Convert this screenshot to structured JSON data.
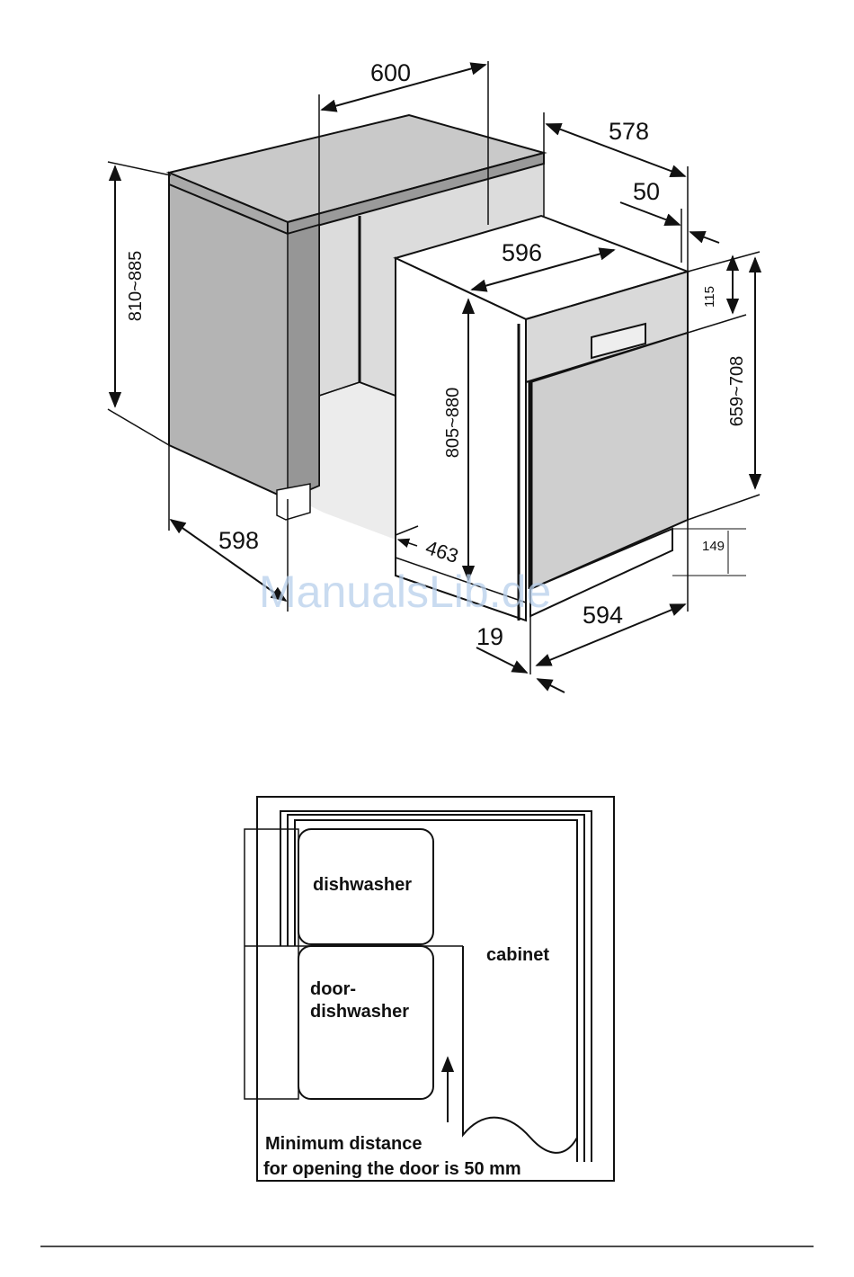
{
  "installation_diagram": {
    "dimensions": {
      "cabinet_width": "600",
      "cabinet_height": "810~885",
      "cabinet_depth": "598",
      "appliance_depth": "578",
      "rear_gap": "50",
      "appliance_width_top": "596",
      "appliance_height": "805~880",
      "top_panel": "115",
      "door_height": "659~708",
      "kick_panel": "149",
      "appliance_width_bottom": "594",
      "door_thickness": "19",
      "foot_depth": "463"
    },
    "watermark": "ManualsLib.de"
  },
  "door_diagram": {
    "labels": {
      "dishwasher": "dishwasher",
      "door_line1": "door-",
      "door_line2": "dishwasher",
      "cabinet": "cabinet",
      "note_line1": "Minimum distance",
      "note_line2": "for opening the door is 50 mm"
    }
  }
}
